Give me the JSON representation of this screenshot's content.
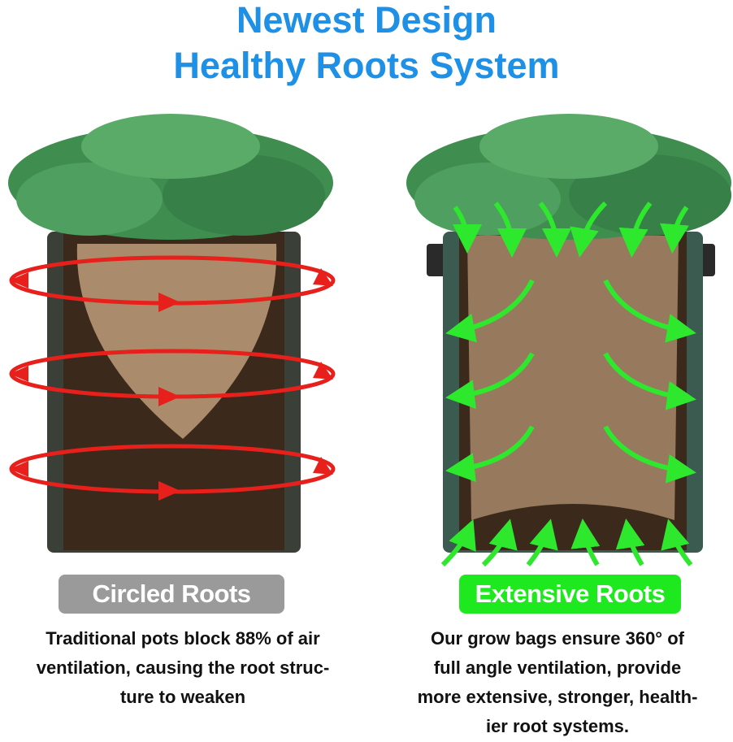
{
  "title": {
    "line1": "Newest Design",
    "line2": "Healthy Roots System"
  },
  "left": {
    "label": "Circled Roots",
    "label_color": "#9a9a9a",
    "arrow_color": "#e8201c",
    "description": [
      "Traditional pots block 88% of air",
      "ventilation, causing the root struc-",
      "ture to weaken"
    ]
  },
  "right": {
    "label": "Extensive Roots",
    "label_color": "#1ee81e",
    "arrow_color": "#2ee82e",
    "description": [
      "Our grow bags ensure 360° of",
      "full angle ventilation, provide",
      "more extensive, stronger, health-",
      "ier root systems."
    ]
  }
}
